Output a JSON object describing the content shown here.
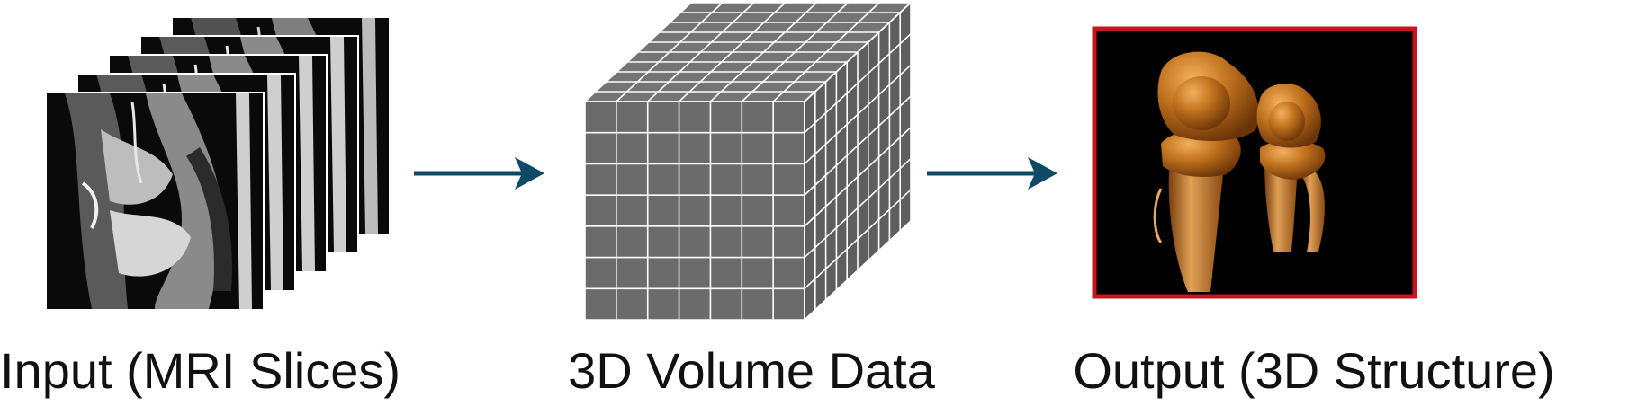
{
  "stages": [
    {
      "id": "input",
      "caption": "Input (MRI Slices)"
    },
    {
      "id": "volume",
      "caption": "3D Volume Data"
    },
    {
      "id": "output",
      "caption": "Output (3D Structure)"
    }
  ],
  "colors": {
    "arrow": "#0e4a66",
    "cube_face": "#6b6b6b",
    "cube_grid": "#ffffff",
    "output_border": "#c8141e",
    "output_background": "#000000",
    "bone": "#b8681e"
  },
  "cube": {
    "front_rows": 7,
    "front_cols": 7,
    "depth_cells": 10
  },
  "slice_count": 5
}
